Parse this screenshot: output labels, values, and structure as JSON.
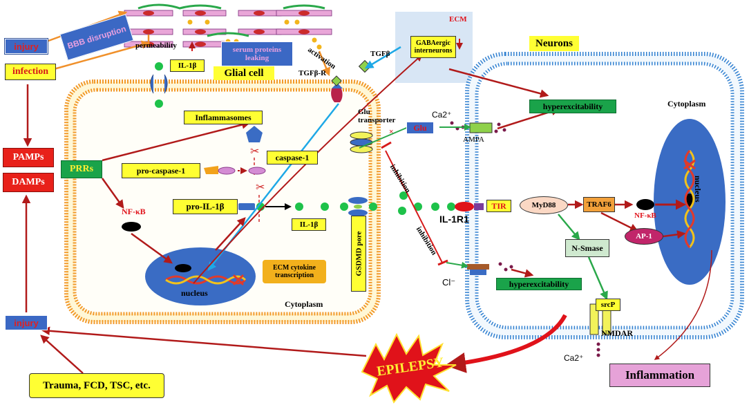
{
  "left": {
    "injury_top": "injury",
    "infection": "infection",
    "bbb": "BBB disruption",
    "pamps": "PAMPs",
    "damps": "DAMPs",
    "prrs": "PRRs",
    "injury_bottom": "injury",
    "trauma": "Trauma, FCD, TSC, etc."
  },
  "vessel": {
    "permeability": "permeability",
    "serum": "serum proteins leaking",
    "activation": "activation",
    "il1b": "IL-1β"
  },
  "glia": {
    "title": "Glial cell",
    "tgfb": "TGFβ",
    "tgfbr": "TGFβ-R",
    "inflammasomes": "Inflammasomes",
    "caspase1": "caspase-1",
    "procaspase1": "pro-caspase-1",
    "proil1b": "pro-IL-1β",
    "il1b": "IL-1β",
    "nfkb": "NF-κB",
    "nucleus": "nucleus",
    "ecm_transcription": "ECM cytokine transcription",
    "cytoplasm": "Cytoplasm",
    "gsdmd": "GSDMD pore",
    "glu_transporter_1": "Glu",
    "glu_transporter_2": "transporter"
  },
  "ecm": {
    "title": "ECM",
    "gaba": "GABAergic interneurons"
  },
  "neuron": {
    "title": "Neurons",
    "cytoplasm": "Cytoplasm",
    "hyper1": "hyperexcitability",
    "hyper2": "hyperexcitability",
    "ca_top": "Ca2⁺",
    "ampa": "AMPA",
    "glu": "Glu",
    "inhibition1": "inhibition",
    "inhibition2": "inhibition",
    "il1r1": "IL-1R1",
    "tir": "TIR",
    "myd88": "MyD88",
    "traf6": "TRAF6",
    "nfkb": "NF-κB",
    "ap1": "AP-1",
    "nsmase": "N-Smase",
    "srcp": "srcP",
    "nmdar": "NMDAR",
    "ca_bottom": "Ca2⁺",
    "cl": "Cl⁻",
    "nucleus": "nucleus",
    "inflammation": "Inflammation"
  },
  "epilepsy": "EPILEPSY",
  "colors": {
    "arrow_red": "#b11a1a",
    "arrow_orange": "#f0902a",
    "arrow_blue": "#1ea8e6",
    "nucleus_blue": "#3a6cc4",
    "membrane_orange": "#f2a23a",
    "membrane_blue": "#5aa6e0"
  }
}
